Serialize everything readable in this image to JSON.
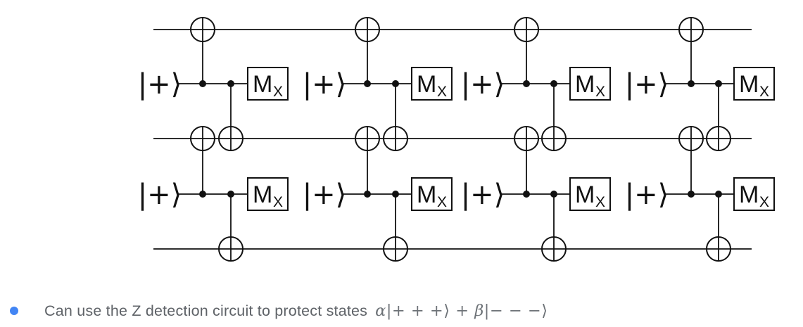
{
  "slide": {
    "background": "#ffffff"
  },
  "circuit": {
    "num_blocks": 4,
    "num_data_wires": 3,
    "ancilla_label": "|+⟩",
    "measurement_main": "M",
    "measurement_sub": "X",
    "line_color": "#111111"
  },
  "bullet": {
    "marker_color": "#4285f4",
    "text": "Can use the Z detection circuit to protect states",
    "text_color": "#5f6368",
    "math_color": "#6d7277",
    "math": "α|+ + +⟩ + β|− − −⟩",
    "math_parts": [
      {
        "text": "α",
        "italic": true
      },
      {
        "text": "|+ + +⟩ + ",
        "italic": false
      },
      {
        "text": "β",
        "italic": true
      },
      {
        "text": "|− − −⟩",
        "italic": false
      }
    ]
  }
}
